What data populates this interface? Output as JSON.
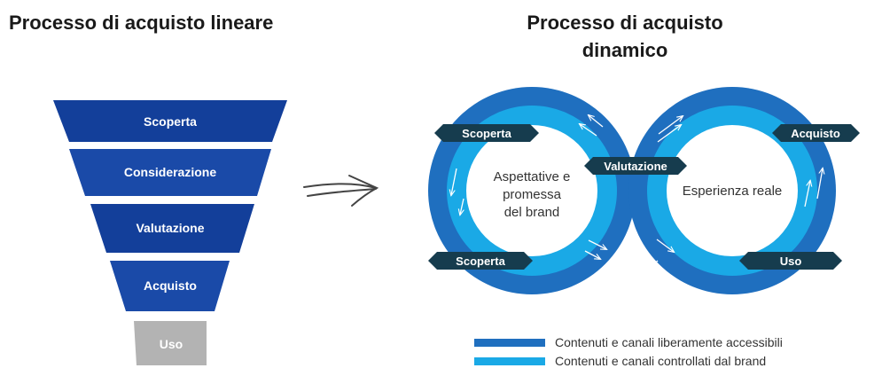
{
  "left": {
    "title": "Processo di acquisto lineare",
    "stages": [
      "Scoperta",
      "Considerazione",
      "Valutazione",
      "Acquisto"
    ],
    "bottom": "Uso"
  },
  "right": {
    "title_line1": "Processo di acquisto",
    "title_line2": "dinamico",
    "left_circle_text": [
      "Aspettative e",
      "promessa",
      "del brand"
    ],
    "right_circle_text": "Esperienza reale",
    "tags": {
      "top_left": "Scoperta",
      "center": "Valutazione",
      "bottom_left": "Scoperta",
      "top_right": "Acquisto",
      "bottom_right": "Uso"
    }
  },
  "legend": [
    {
      "label": "Contenuti e canali liberamente accessibili",
      "color": "#1f6fbf"
    },
    {
      "label": "Contenuti e canali controllati dal brand",
      "color": "#1aa9e6"
    }
  ],
  "colors": {
    "funnel_dark": "#133f9a",
    "funnel_mid": "#1a4aa8",
    "funnel_gray": "#b3b3b3",
    "ring_outer": "#1f6fbf",
    "ring_inner": "#1aa9e6",
    "tag": "#163c4e"
  }
}
